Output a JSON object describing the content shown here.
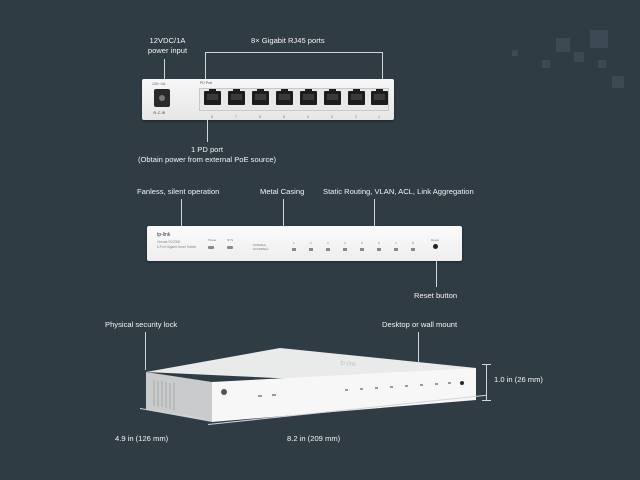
{
  "rear": {
    "power_label_line1": "12VDC/1A",
    "power_label_line2": "power input",
    "ports_label": "8× Gigabit RJ45 ports",
    "pd_label_line1": "1 PD port",
    "pd_label_line2": "(Obtain power from external PoE source)",
    "device_power_text": "12V⎓1A",
    "device_dc_symbol": "⊖-C-⊕",
    "device_pd_text": "PD Port",
    "port_numbers": [
      "8",
      "7",
      "6",
      "5",
      "4",
      "3",
      "2",
      "1"
    ]
  },
  "front": {
    "fanless_label": "Fanless, silent operation",
    "casing_label": "Metal Casing",
    "features_label": "Static Routing, VLAN, ACL, Link Aggregation",
    "reset_label": "Reset button",
    "device_logo": "tp-link",
    "device_model_line1": "Omada SG2008",
    "device_model_line2": "8-Port Gigabit Smart Switch",
    "device_pwr": "Power",
    "device_sys": "SYS",
    "device_legend1": "1000Mbps",
    "device_legend2": "10/100Mbps",
    "device_reset": "Reset",
    "port_numbers": [
      "1",
      "2",
      "3",
      "4",
      "5",
      "6",
      "7",
      "8"
    ]
  },
  "persp": {
    "lock_label": "Physical security lock",
    "mount_label": "Desktop or wall mount",
    "height_label": "1.0 in (26 mm)",
    "depth_label": "4.9 in (126 mm)",
    "width_label": "8.2 in (209 mm)",
    "device_logo": "tp-link"
  }
}
